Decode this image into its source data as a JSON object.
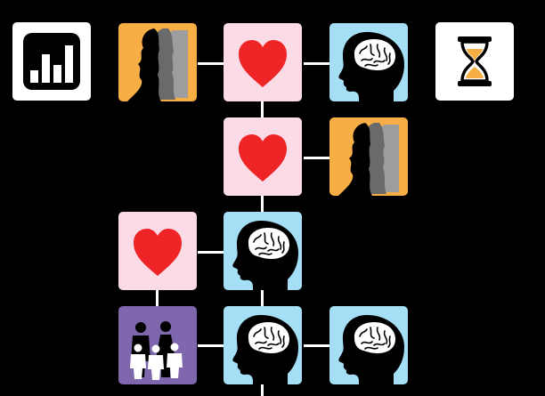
{
  "diagram": {
    "background": "#000000",
    "connector_color": "#ffffff",
    "tile_colors": {
      "chart": "#ffffff",
      "timer": "#ffffff",
      "faces": "#f7ae45",
      "heart": "#fbdbe6",
      "brain": "#a5dff5",
      "family": "#7f67ad"
    },
    "nodes": [
      {
        "id": "chart",
        "icon": "bar-chart-icon",
        "label": ""
      },
      {
        "id": "faces-1",
        "icon": "faces-icon",
        "label": ""
      },
      {
        "id": "heart-1",
        "icon": "heart-icon",
        "label": ""
      },
      {
        "id": "brain-1",
        "icon": "brain-head-icon",
        "label": ""
      },
      {
        "id": "timer",
        "icon": "hourglass-icon",
        "label": ""
      },
      {
        "id": "heart-2",
        "icon": "heart-icon",
        "label": ""
      },
      {
        "id": "faces-2",
        "icon": "faces-icon",
        "label": ""
      },
      {
        "id": "heart-3",
        "icon": "heart-icon",
        "label": ""
      },
      {
        "id": "brain-2",
        "icon": "brain-head-icon",
        "label": ""
      },
      {
        "id": "family",
        "icon": "family-icon",
        "label": ""
      },
      {
        "id": "brain-3",
        "icon": "brain-head-icon",
        "label": ""
      },
      {
        "id": "brain-4",
        "icon": "brain-head-icon",
        "label": ""
      }
    ],
    "edges": [
      [
        "faces-1",
        "heart-1"
      ],
      [
        "heart-1",
        "brain-1"
      ],
      [
        "heart-1",
        "heart-2"
      ],
      [
        "heart-2",
        "faces-2"
      ],
      [
        "heart-2",
        "brain-2"
      ],
      [
        "heart-3",
        "brain-2"
      ],
      [
        "heart-3",
        "family"
      ],
      [
        "brain-2",
        "brain-3"
      ],
      [
        "family",
        "brain-3"
      ],
      [
        "brain-3",
        "brain-4"
      ]
    ]
  }
}
